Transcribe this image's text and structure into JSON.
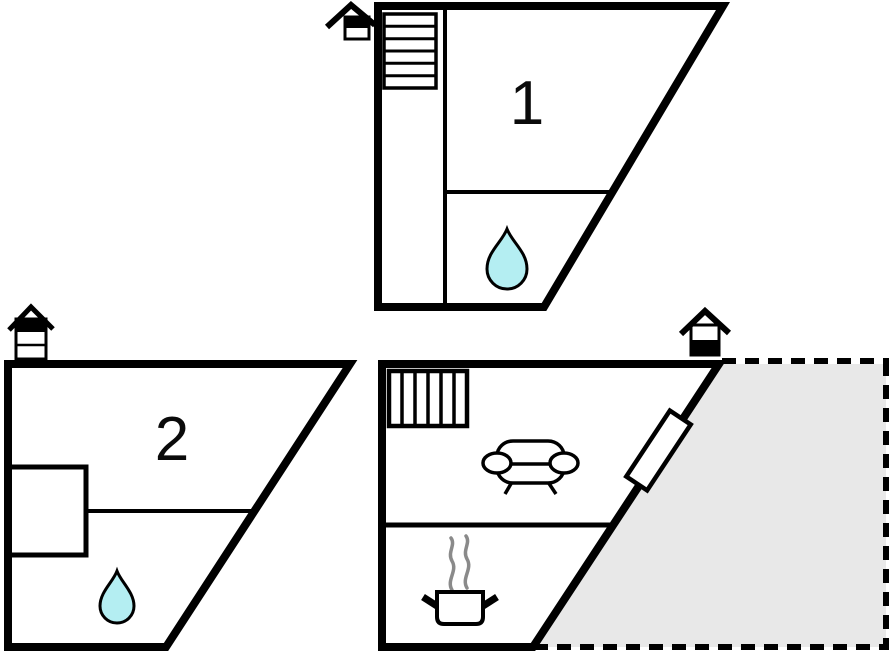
{
  "diagram": {
    "type": "floor-plan",
    "description": "Holiday home floor plan with two upper apartments and a ground floor with terrace",
    "units": [
      {
        "label": "1",
        "features": [
          "staircase",
          "bathroom-water-drop"
        ],
        "orientation_icon": "house-upper-floor-highlighted"
      },
      {
        "label": "2",
        "features": [
          "small-room",
          "bathroom-water-drop"
        ],
        "orientation_icon": "house-top-of-three-floors-highlighted"
      },
      {
        "label": "",
        "features": [
          "radiator",
          "sofa",
          "cooking-pot",
          "door-on-diagonal-wall",
          "terrace"
        ],
        "orientation_icon": "house-ground-floor-highlighted"
      }
    ]
  },
  "colors": {
    "wall": "#000000",
    "background": "#ffffff",
    "terrace": "#e8e8e8",
    "water_drop": "#b4eef2",
    "steam": "#8a8a8a"
  }
}
